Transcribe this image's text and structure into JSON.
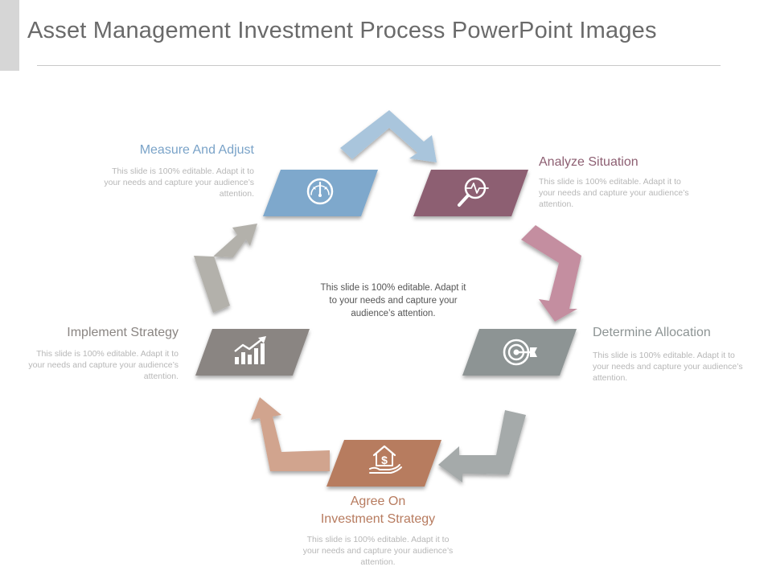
{
  "title": "Asset Management Investment Process PowerPoint Images",
  "center_text": "This slide is 100% editable. Adapt it to your needs and capture your audience’s attention.",
  "steps": [
    {
      "label": "Measure And Adjust",
      "desc": "This slide is 100% editable. Adapt it to your needs and capture your audience’s attention.",
      "color": "#7ea8cc",
      "icon": "gauge-icon"
    },
    {
      "label": "Analyze Situation",
      "desc": "This slide is 100% editable. Adapt it to your needs and capture your audience’s attention.",
      "color": "#8d5f72",
      "icon": "magnifier-pulse-icon"
    },
    {
      "label": "Determine Allocation",
      "desc": "This slide is 100% editable. Adapt it to your needs and capture your audience’s attention.",
      "color": "#8d9494",
      "icon": "target-icon"
    },
    {
      "label": "Agree On\nInvestment Strategy",
      "desc": "This slide is 100% editable. Adapt it to your needs and capture your audience’s attention.",
      "color": "#b77b5f",
      "icon": "house-dollar-hand-icon"
    },
    {
      "label": "Implement Strategy",
      "desc": "This slide is 100% editable. Adapt it to your needs and capture your audience’s attention.",
      "color": "#8a8582",
      "icon": "growth-chart-icon"
    }
  ],
  "arrow_colors": [
    "#a9c5dc",
    "#c48ea0",
    "#a5aaaa",
    "#d1a48e",
    "#b3b1ab"
  ],
  "label_colors": [
    "#7aa3c8",
    "#8d5f72",
    "#8d9494",
    "#b77b5f",
    "#8a8582"
  ]
}
